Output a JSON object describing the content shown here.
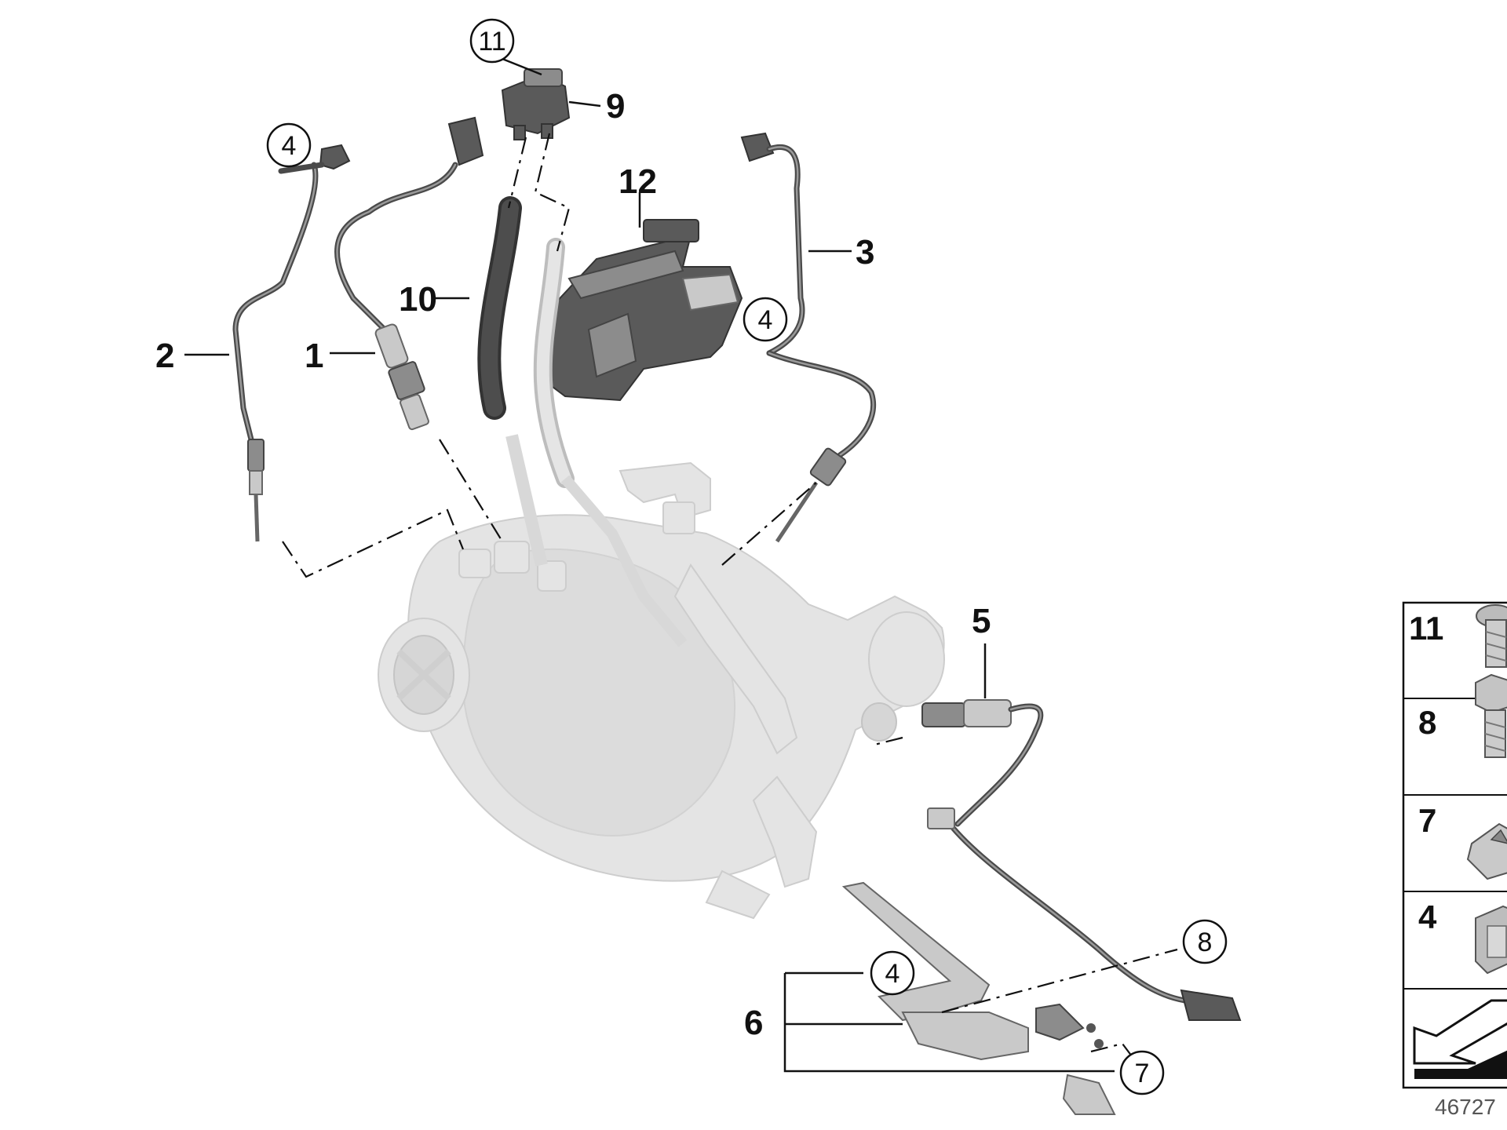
{
  "callouts": {
    "c1": "1",
    "c2": "2",
    "c3": "3",
    "c5": "5",
    "c6": "6",
    "c9": "9",
    "c10": "10",
    "c12": "12"
  },
  "circled_callouts": {
    "top_11": "11",
    "left_4": "4",
    "right_4": "4",
    "bottom_4": "4",
    "c8": "8",
    "c7": "7"
  },
  "legend": {
    "rows": [
      {
        "label": "11",
        "icon": "torx-bolt-icon"
      },
      {
        "label": "8",
        "icon": "hex-bolt-icon"
      },
      {
        "label": "7",
        "icon": "spring-nut-icon"
      },
      {
        "label": "4",
        "icon": "cable-clip-icon"
      },
      {
        "label": "",
        "icon": "direction-arrow-icon"
      }
    ]
  },
  "diagram_id": "46727"
}
